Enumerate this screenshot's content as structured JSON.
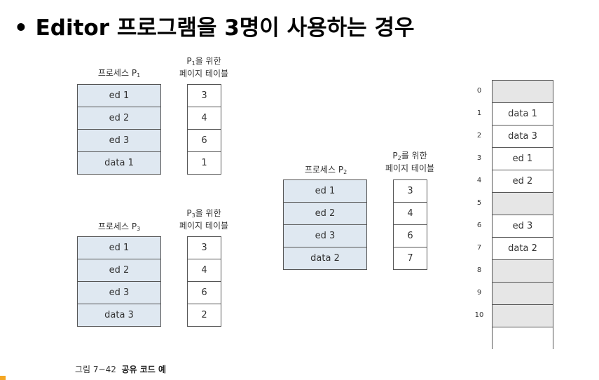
{
  "title": {
    "bullet": "•",
    "text": "Editor 프로그램을 3명이 사용하는 경우"
  },
  "process_label_prefix": "프로세스 P",
  "page_table_label": {
    "suffix": "을 위한",
    "line2": "페이지 테이블"
  },
  "p2_table_suffix": "를 위한",
  "processes": [
    {
      "index": "1",
      "cells": [
        "ed 1",
        "ed 2",
        "ed 3",
        "data 1"
      ],
      "page_table": [
        "3",
        "4",
        "6",
        "1"
      ]
    },
    {
      "index": "2",
      "cells": [
        "ed 1",
        "ed 2",
        "ed 3",
        "data 2"
      ],
      "page_table": [
        "3",
        "4",
        "6",
        "7"
      ]
    },
    {
      "index": "3",
      "cells": [
        "ed 1",
        "ed 2",
        "ed 3",
        "data 3"
      ],
      "page_table": [
        "3",
        "4",
        "6",
        "2"
      ]
    }
  ],
  "memory": {
    "frames": [
      {
        "index": "0",
        "content": ""
      },
      {
        "index": "1",
        "content": "data 1"
      },
      {
        "index": "2",
        "content": "data 3"
      },
      {
        "index": "3",
        "content": "ed 1"
      },
      {
        "index": "4",
        "content": "ed 2"
      },
      {
        "index": "5",
        "content": ""
      },
      {
        "index": "6",
        "content": "ed 3"
      },
      {
        "index": "7",
        "content": "data 2"
      },
      {
        "index": "8",
        "content": ""
      },
      {
        "index": "9",
        "content": ""
      },
      {
        "index": "10",
        "content": ""
      }
    ]
  },
  "figure_caption": {
    "number": "그림 7−42",
    "text": "공유 코드 예"
  },
  "colors": {
    "process_fill": "#dfe8f1",
    "empty_frame": "#e6e6e6",
    "accent": "#f4a623"
  }
}
